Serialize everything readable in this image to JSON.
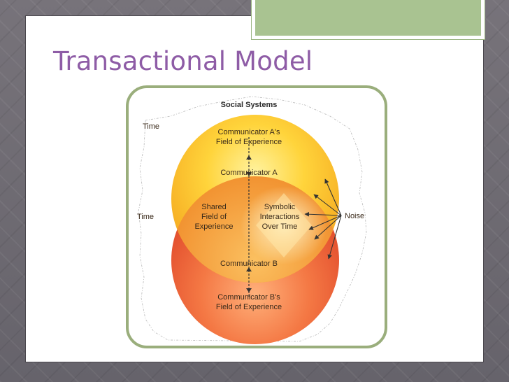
{
  "slide": {
    "title": "Transactional Model"
  },
  "diagram": {
    "social_systems": "Social Systems",
    "time_1": "Time",
    "time_2": "Time",
    "noise": "Noise",
    "comm_a_field": [
      "Communicator A's",
      "Field of Experience"
    ],
    "comm_a": "Communicator A",
    "shared": [
      "Shared",
      "Field of",
      "Experience"
    ],
    "symbolic": [
      "Symbolic",
      "Interactions",
      "Over Time"
    ],
    "comm_b": "Communicator B",
    "comm_b_field": [
      "Communicator B's",
      "Field of Experience"
    ]
  },
  "colors": {
    "background": "#6f6c73",
    "accent_tab": "#a9c391",
    "title": "#8e5ca6",
    "frame_border": "#9aae7c",
    "circle_a": "#f7c02a",
    "circle_b": "#ee6a3c",
    "overlap": "#f59a2a"
  }
}
